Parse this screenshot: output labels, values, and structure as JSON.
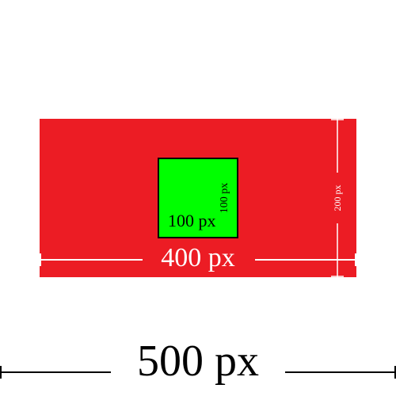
{
  "outer_box": {
    "width_label": "400 px",
    "height_label": "200 px",
    "color": "#ec1c24"
  },
  "inner_box": {
    "width_label": "100 px",
    "height_label": "100 px",
    "color": "#00ff00",
    "border_color": "#000000"
  },
  "canvas": {
    "width_label": "500 px"
  },
  "colors": {
    "background": "#ffffff",
    "outer_dimension_lines": "#ffffff",
    "canvas_dimension_line": "#000000"
  }
}
